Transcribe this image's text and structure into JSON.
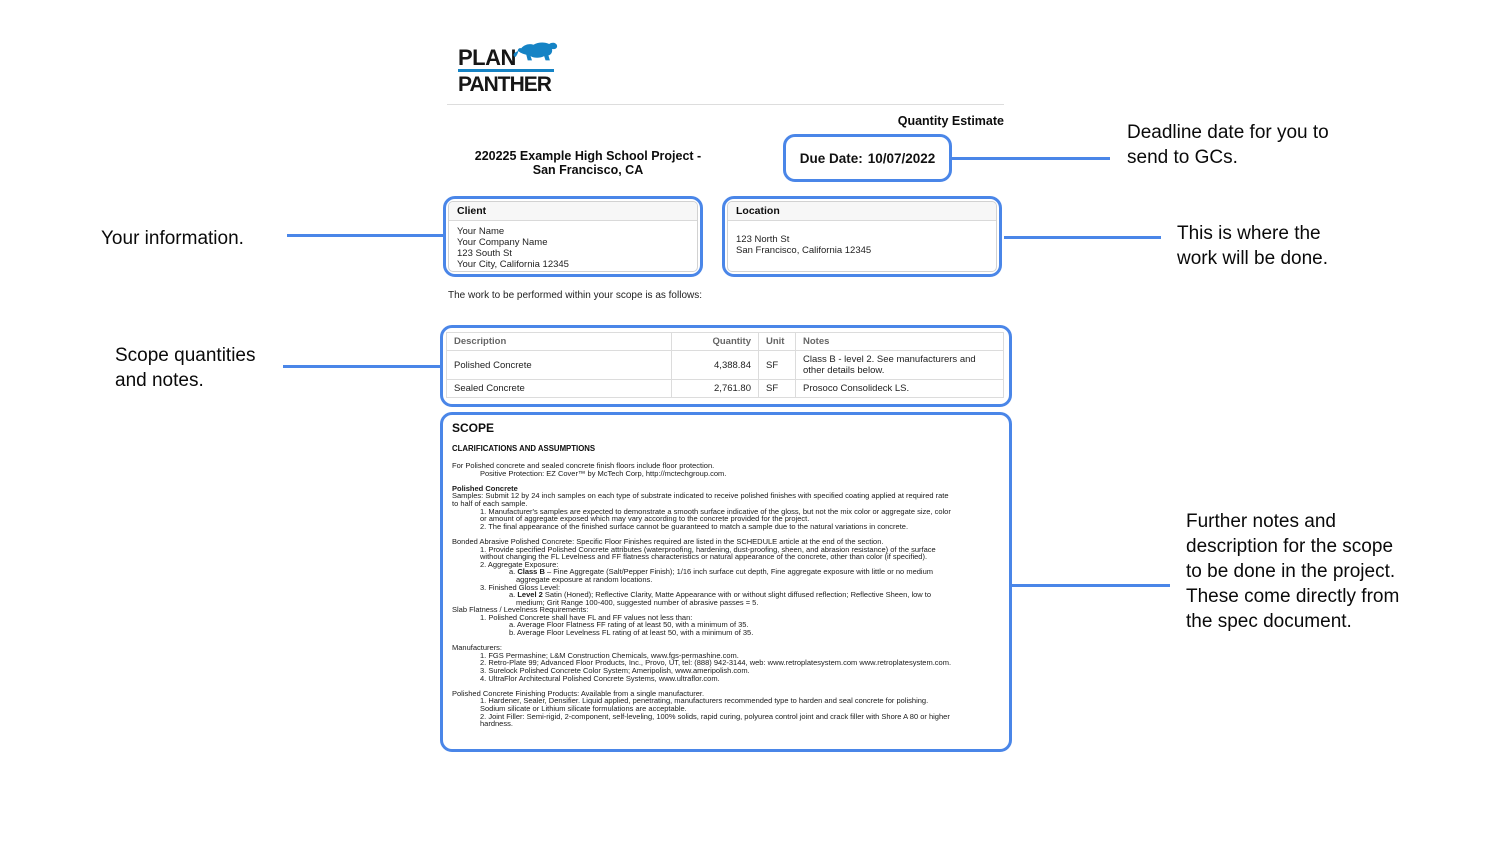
{
  "colors": {
    "callout_blue": "#4a86e8",
    "logo_blue": "#1583c5",
    "border_gray": "#dcdcdc"
  },
  "logo": {
    "line1": "PLAN",
    "line2": "PANTHER",
    "icon": "panther-icon"
  },
  "header": {
    "doc_type": "Quantity Estimate",
    "project_title_line1": "220225 Example High School Project -",
    "project_title_line2": "San Francisco, CA",
    "due_date_label": "Due Date:",
    "due_date_value": "10/07/2022"
  },
  "client": {
    "title": "Client",
    "lines": [
      "Your Name",
      "Your Company Name",
      "123 South St",
      "Your City, California 12345"
    ]
  },
  "location": {
    "title": "Location",
    "lines": [
      "123 North St",
      "San Francisco, California 12345"
    ]
  },
  "intro": "The work to be performed within your scope is as follows:",
  "table": {
    "headers": [
      "Description",
      "Quantity",
      "Unit",
      "Notes"
    ],
    "rows": [
      {
        "description": "Polished Concrete",
        "quantity": "4,388.84",
        "unit": "SF",
        "notes": "Class B - level 2. See manufacturers and other details below."
      },
      {
        "description": "Sealed Concrete",
        "quantity": "2,761.80",
        "unit": "SF",
        "notes": "Prosoco Consolideck LS."
      }
    ]
  },
  "scope": {
    "title": "SCOPE",
    "subtitle": "CLARIFICATIONS AND ASSUMPTIONS",
    "lines": [
      {
        "i": 0,
        "s": [
          {
            "t": "For Polished concrete and sealed concrete finish floors include floor protection."
          }
        ]
      },
      {
        "i": 1,
        "s": [
          {
            "t": "Positive Protection: EZ Cover™ by McTech Corp, http://mctechgroup.com."
          }
        ]
      },
      {
        "i": 0,
        "s": []
      },
      {
        "i": 0,
        "s": [
          {
            "t": "Polished Concrete",
            "b": true
          }
        ]
      },
      {
        "i": 0,
        "s": [
          {
            "t": "Samples: Submit 12 by 24 inch samples on each type of substrate indicated to receive polished finishes with specified coating applied at required rate"
          }
        ]
      },
      {
        "i": 0,
        "s": [
          {
            "t": "to half of each sample."
          }
        ]
      },
      {
        "i": 1,
        "s": [
          {
            "t": "1. Manufacturer's samples are expected to demonstrate a smooth surface indicative of the gloss, but not the mix color or aggregate size, color"
          }
        ]
      },
      {
        "i": 1,
        "s": [
          {
            "t": "or amount of aggregate exposed which may vary according to the concrete provided for the project."
          }
        ]
      },
      {
        "i": 1,
        "s": [
          {
            "t": "2. The final appearance of the finished surface cannot be guaranteed to match a sample due to the natural variations in concrete."
          }
        ]
      },
      {
        "i": 0,
        "s": []
      },
      {
        "i": 0,
        "s": [
          {
            "t": "Bonded Abrasive Polished Concrete: Specific Floor Finishes required are listed in the SCHEDULE article at the end of the section."
          }
        ]
      },
      {
        "i": 1,
        "s": [
          {
            "t": "1. Provide specified Polished Concrete attributes (waterproofing, hardening, dust-proofing, sheen, and abrasion resistance) of the surface"
          }
        ]
      },
      {
        "i": 1,
        "s": [
          {
            "t": "without changing the FL Levelness and FF flatness characteristics or natural appearance of the concrete, other than color (if specified)."
          }
        ]
      },
      {
        "i": 1,
        "s": [
          {
            "t": "2. Aggregate Exposure:"
          }
        ]
      },
      {
        "i": 2,
        "s": [
          {
            "t": "a. "
          },
          {
            "t": "Class B",
            "b": true
          },
          {
            "t": " – Fine Aggregate (Salt/Pepper Finish); 1/16 inch surface cut depth, Fine aggregate exposure with little or no medium"
          }
        ]
      },
      {
        "i": 3,
        "s": [
          {
            "t": "aggregate exposure at random locations."
          }
        ]
      },
      {
        "i": 1,
        "s": [
          {
            "t": "3. Finished Gloss Level:"
          }
        ]
      },
      {
        "i": 2,
        "s": [
          {
            "t": "a. "
          },
          {
            "t": "Level 2",
            "b": true
          },
          {
            "t": " Satin (Honed); Reflective Clarity, Matte Appearance with or without slight diffused reflection; Reflective Sheen, low to"
          }
        ]
      },
      {
        "i": 3,
        "s": [
          {
            "t": "medium; Grit Range 100-400, suggested number of abrasive passes = 5."
          }
        ]
      },
      {
        "i": 0,
        "s": [
          {
            "t": "Slab Flatness / Levelness Requirements:"
          }
        ]
      },
      {
        "i": 1,
        "s": [
          {
            "t": "1. Polished Concrete shall have FL and FF values not less than:"
          }
        ]
      },
      {
        "i": 2,
        "s": [
          {
            "t": "a. Average Floor Flatness FF rating of at least 50, with a minimum of 35."
          }
        ]
      },
      {
        "i": 2,
        "s": [
          {
            "t": "b. Average Floor Levelness FL rating of at least 50, with a minimum of 35."
          }
        ]
      },
      {
        "i": 0,
        "s": []
      },
      {
        "i": 0,
        "s": [
          {
            "t": "Manufacturers:"
          }
        ]
      },
      {
        "i": 1,
        "s": [
          {
            "t": "1. FGS Permashine; L&M Construction Chemicals, www.fgs-permashine.com."
          }
        ]
      },
      {
        "i": 1,
        "s": [
          {
            "t": "2. Retro-Plate 99; Advanced Floor Products, Inc., Provo, UT, tel: (888) 942-3144, web: www.retroplatesystem.com www.retroplatesystem.com."
          }
        ]
      },
      {
        "i": 1,
        "s": [
          {
            "t": "3. Surelock Polished Concrete Color System; Ameripolish, www.ameripolish.com."
          }
        ]
      },
      {
        "i": 1,
        "s": [
          {
            "t": "4. UltraFlor Architectural Polished Concrete Systems, www.ultraflor.com."
          }
        ]
      },
      {
        "i": 0,
        "s": []
      },
      {
        "i": 0,
        "s": [
          {
            "t": "Polished Concrete Finishing Products: Available from a single manufacturer."
          }
        ]
      },
      {
        "i": 1,
        "s": [
          {
            "t": "1. Hardener, Sealer, Densifier. Liquid applied, penetrating, manufacturers recommended type to harden and seal concrete for polishing."
          }
        ]
      },
      {
        "i": 1,
        "s": [
          {
            "t": "Sodium silicate or Lithium silicate formulations are acceptable."
          }
        ]
      },
      {
        "i": 1,
        "s": [
          {
            "t": "2. Joint Filler: Semi-rigid, 2-component, self-leveling, 100% solids, rapid curing, polyurea control joint and crack filler with Shore A 80 or higher"
          }
        ]
      },
      {
        "i": 1,
        "s": [
          {
            "t": "hardness."
          }
        ]
      }
    ]
  },
  "annotations": {
    "deadline": {
      "lines": [
        "Deadline date for you to",
        "send to GCs."
      ]
    },
    "your_info": {
      "lines": [
        "Your information."
      ]
    },
    "where": {
      "lines": [
        "This is where the",
        "work will be done."
      ]
    },
    "scope_table": {
      "lines": [
        "Scope quantities",
        "and notes."
      ]
    },
    "further": {
      "lines": [
        "Further notes and",
        "description for the scope",
        "to be done in the project.",
        "These come directly from",
        "the spec document."
      ]
    }
  }
}
